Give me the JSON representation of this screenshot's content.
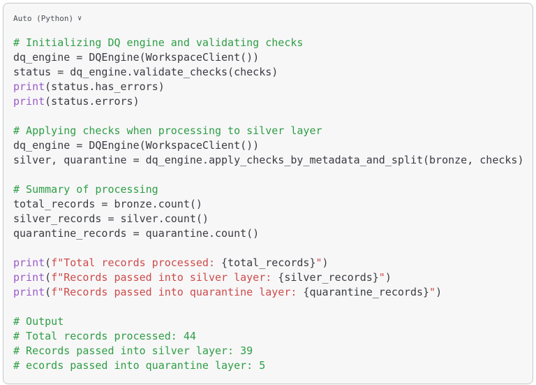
{
  "header": {
    "language_selector_label": "Auto (Python)",
    "chevron_icon": "∨"
  },
  "colors": {
    "card_bg": "#f7f7f8",
    "border": "#c3c6c9",
    "label": "#4b4e55",
    "plain": "#3a3b40",
    "comment": "#2e9e44",
    "builtin": "#9a5bc7",
    "string": "#cd4a49"
  },
  "code": {
    "language": "Python",
    "lines": [
      {
        "segments": [
          {
            "type": "comment",
            "text": "# Initializing DQ engine and validating checks"
          }
        ]
      },
      {
        "segments": [
          {
            "type": "plain",
            "text": "dq_engine = DQEngine(WorkspaceClient())"
          }
        ]
      },
      {
        "segments": [
          {
            "type": "plain",
            "text": "status = dq_engine.validate_checks(checks)"
          }
        ]
      },
      {
        "segments": [
          {
            "type": "builtin",
            "text": "print"
          },
          {
            "type": "plain",
            "text": "(status.has_errors)"
          }
        ]
      },
      {
        "segments": [
          {
            "type": "builtin",
            "text": "print"
          },
          {
            "type": "plain",
            "text": "(status.errors)"
          }
        ]
      },
      {
        "segments": []
      },
      {
        "segments": [
          {
            "type": "comment",
            "text": "# Applying checks when processing to silver layer"
          }
        ]
      },
      {
        "segments": [
          {
            "type": "plain",
            "text": "dq_engine = DQEngine(WorkspaceClient())"
          }
        ]
      },
      {
        "segments": [
          {
            "type": "plain",
            "text": "silver, quarantine = dq_engine.apply_checks_by_metadata_and_split(bronze, checks)"
          }
        ]
      },
      {
        "segments": []
      },
      {
        "segments": [
          {
            "type": "comment",
            "text": "# Summary of processing"
          }
        ]
      },
      {
        "segments": [
          {
            "type": "plain",
            "text": "total_records = bronze.count()"
          }
        ]
      },
      {
        "segments": [
          {
            "type": "plain",
            "text": "silver_records = silver.count()"
          }
        ]
      },
      {
        "segments": [
          {
            "type": "plain",
            "text": "quarantine_records = quarantine.count()"
          }
        ]
      },
      {
        "segments": []
      },
      {
        "segments": [
          {
            "type": "builtin",
            "text": "print"
          },
          {
            "type": "plain",
            "text": "("
          },
          {
            "type": "string",
            "text": "f\"Total records processed: "
          },
          {
            "type": "plain",
            "text": "{total_records}"
          },
          {
            "type": "string",
            "text": "\""
          },
          {
            "type": "plain",
            "text": ")"
          }
        ]
      },
      {
        "segments": [
          {
            "type": "builtin",
            "text": "print"
          },
          {
            "type": "plain",
            "text": "("
          },
          {
            "type": "string",
            "text": "f\"Records passed into silver layer: "
          },
          {
            "type": "plain",
            "text": "{silver_records}"
          },
          {
            "type": "string",
            "text": "\""
          },
          {
            "type": "plain",
            "text": ")"
          }
        ]
      },
      {
        "segments": [
          {
            "type": "builtin",
            "text": "print"
          },
          {
            "type": "plain",
            "text": "("
          },
          {
            "type": "string",
            "text": "f\"Records passed into quarantine layer: "
          },
          {
            "type": "plain",
            "text": "{quarantine_records}"
          },
          {
            "type": "string",
            "text": "\""
          },
          {
            "type": "plain",
            "text": ")"
          }
        ]
      },
      {
        "segments": []
      },
      {
        "segments": [
          {
            "type": "comment",
            "text": "# Output"
          }
        ]
      },
      {
        "segments": [
          {
            "type": "comment",
            "text": "# Total records processed: 44"
          }
        ]
      },
      {
        "segments": [
          {
            "type": "comment",
            "text": "# Records passed into silver layer: 39"
          }
        ]
      },
      {
        "segments": [
          {
            "type": "comment",
            "text": "# ecords passed into quarantine layer: 5"
          }
        ]
      }
    ]
  }
}
